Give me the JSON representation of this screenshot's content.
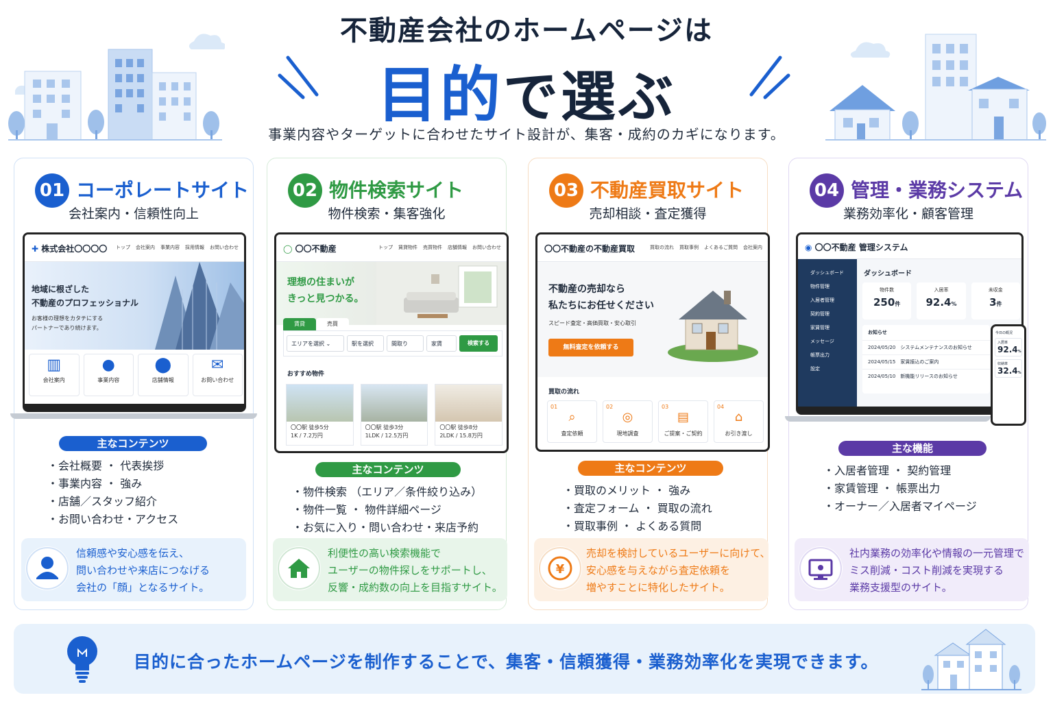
{
  "header": {
    "title_top": "不動産会社のホームページは",
    "title_highlight": "目的",
    "title_rest": "で選ぶ",
    "subtitle": "事業内容やターゲットに合わせたサイト設計が、集客・成約のカギになります。"
  },
  "colors": {
    "blue": "#1a5fcf",
    "green": "#2f9a44",
    "orange": "#ee7a16",
    "purple": "#5b3aa6"
  },
  "cards": [
    {
      "number": "01",
      "title": "コーポレートサイト",
      "subtitle": "会社案内・信頼性向上",
      "mock": {
        "logo": "株式会社〇〇〇〇",
        "nav": [
          "トップ",
          "会社案内",
          "事業内容",
          "採用情報",
          "お問い合わせ"
        ],
        "hero_line1": "地域に根ざした",
        "hero_line2": "不動産のプロフェッショナル",
        "hero_small1": "お客様の理想をカタチにする",
        "hero_small2": "パートナーであり続けます。",
        "tiles": [
          "会社案内",
          "事業内容",
          "店舗情報",
          "お問い合わせ"
        ]
      },
      "pill": "主なコンテンツ",
      "items": [
        "会社概要 ・ 代表挨拶",
        "事業内容 ・ 強み",
        "店舗／スタッフ紹介",
        "お問い合わせ・アクセス"
      ],
      "callout": [
        "信頼感や安心感を伝え、",
        "問い合わせや来店につなげる",
        "会社の「顔」となるサイト。"
      ]
    },
    {
      "number": "02",
      "title": "物件検索サイト",
      "subtitle": "物件検索・集客強化",
      "mock": {
        "logo": "〇〇不動産",
        "nav": [
          "トップ",
          "賃貸物件",
          "売買物件",
          "店舗情報",
          "お問い合わせ"
        ],
        "hero_line1": "理想の住まいが",
        "hero_line2": "きっと見つかる。",
        "tabs": [
          "賃貸",
          "売買"
        ],
        "selects": [
          "エリアを選択",
          "駅を選択",
          "間取り",
          "家賃"
        ],
        "search_button": "検索する",
        "recommend": "おすすめ物件",
        "listings": [
          {
            "line1": "〇〇駅 徒歩5分",
            "line2": "1K / 7.2万円"
          },
          {
            "line1": "〇〇駅 徒歩3分",
            "line2": "1LDK / 12.5万円"
          },
          {
            "line1": "〇〇駅 徒歩8分",
            "line2": "2LDK / 15.8万円"
          }
        ]
      },
      "pill": "主なコンテンツ",
      "items": [
        "物件検索 （エリア／条件絞り込み）",
        "物件一覧 ・ 物件詳細ページ",
        "お気に入り・問い合わせ・来店予約"
      ],
      "callout": [
        "利便性の高い検索機能で",
        "ユーザーの物件探しをサポートし、",
        "反響・成約数の向上を目指すサイト。"
      ]
    },
    {
      "number": "03",
      "title": "不動産買取サイト",
      "subtitle": "売却相談・査定獲得",
      "mock": {
        "logo": "〇〇不動産の不動産買取",
        "nav": [
          "買取の流れ",
          "買取事例",
          "よくあるご質問",
          "会社案内"
        ],
        "hero_line1": "不動産の売却なら",
        "hero_line2": "私たちにお任せください",
        "hero_small": "スピード査定・高価買取・安心取引",
        "cta": "無料査定を依頼する",
        "flow_title": "買取の流れ",
        "steps": [
          {
            "no": "01",
            "label": "査定依頼"
          },
          {
            "no": "02",
            "label": "現地調査"
          },
          {
            "no": "03",
            "label": "ご提案・ご契約"
          },
          {
            "no": "04",
            "label": "お引き渡し"
          }
        ]
      },
      "pill": "主なコンテンツ",
      "items": [
        "買取のメリット ・ 強み",
        "査定フォーム ・ 買取の流れ",
        "買取事例 ・ よくある質問"
      ],
      "callout": [
        "売却を検討しているユーザーに向けて、",
        "安心感を与えながら査定依頼を",
        "増やすことに特化したサイト。"
      ]
    },
    {
      "number": "04",
      "title": "管理・業務システム",
      "subtitle": "業務効率化・顧客管理",
      "mock": {
        "logo": "〇〇不動産 管理システム",
        "sidebar": [
          "ダッシュボード",
          "物件管理",
          "入居者管理",
          "契約管理",
          "家賃管理",
          "メッセージ",
          "帳票出力",
          "設定"
        ],
        "dash_title": "ダッシュボード",
        "stats": [
          {
            "label": "物件数",
            "value": "250",
            "unit": "件"
          },
          {
            "label": "入居率",
            "value": "92.4",
            "unit": "%"
          },
          {
            "label": "未収金",
            "value": "3",
            "unit": "件"
          }
        ],
        "notice_title": "お知らせ",
        "notices": [
          {
            "date": "2024/05/20",
            "text": "システムメンテナンスのお知らせ"
          },
          {
            "date": "2024/05/15",
            "text": "家賃振込のご案内"
          },
          {
            "date": "2024/05/10",
            "text": "新機能リリースのお知らせ"
          }
        ],
        "phone": {
          "header": "今日の概況",
          "stat1_label": "入居率",
          "stat1_value": "92.4",
          "stat2_label": "収納率",
          "stat2_value": "32.4",
          "unit": "%"
        }
      },
      "pill": "主な機能",
      "items": [
        "入居者管理 ・ 契約管理",
        "家賃管理 ・ 帳票出力",
        "オーナー／入居者マイページ"
      ],
      "callout": [
        "社内業務の効率化や情報の一元管理で",
        "ミス削減・コスト削減を実現する",
        "業務支援型のサイト。"
      ]
    }
  ],
  "footer": {
    "text": "目的に合ったホームページを制作することで、集客・信頼獲得・業務効率化を実現できます。",
    "icon": "lightbulb-icon"
  }
}
